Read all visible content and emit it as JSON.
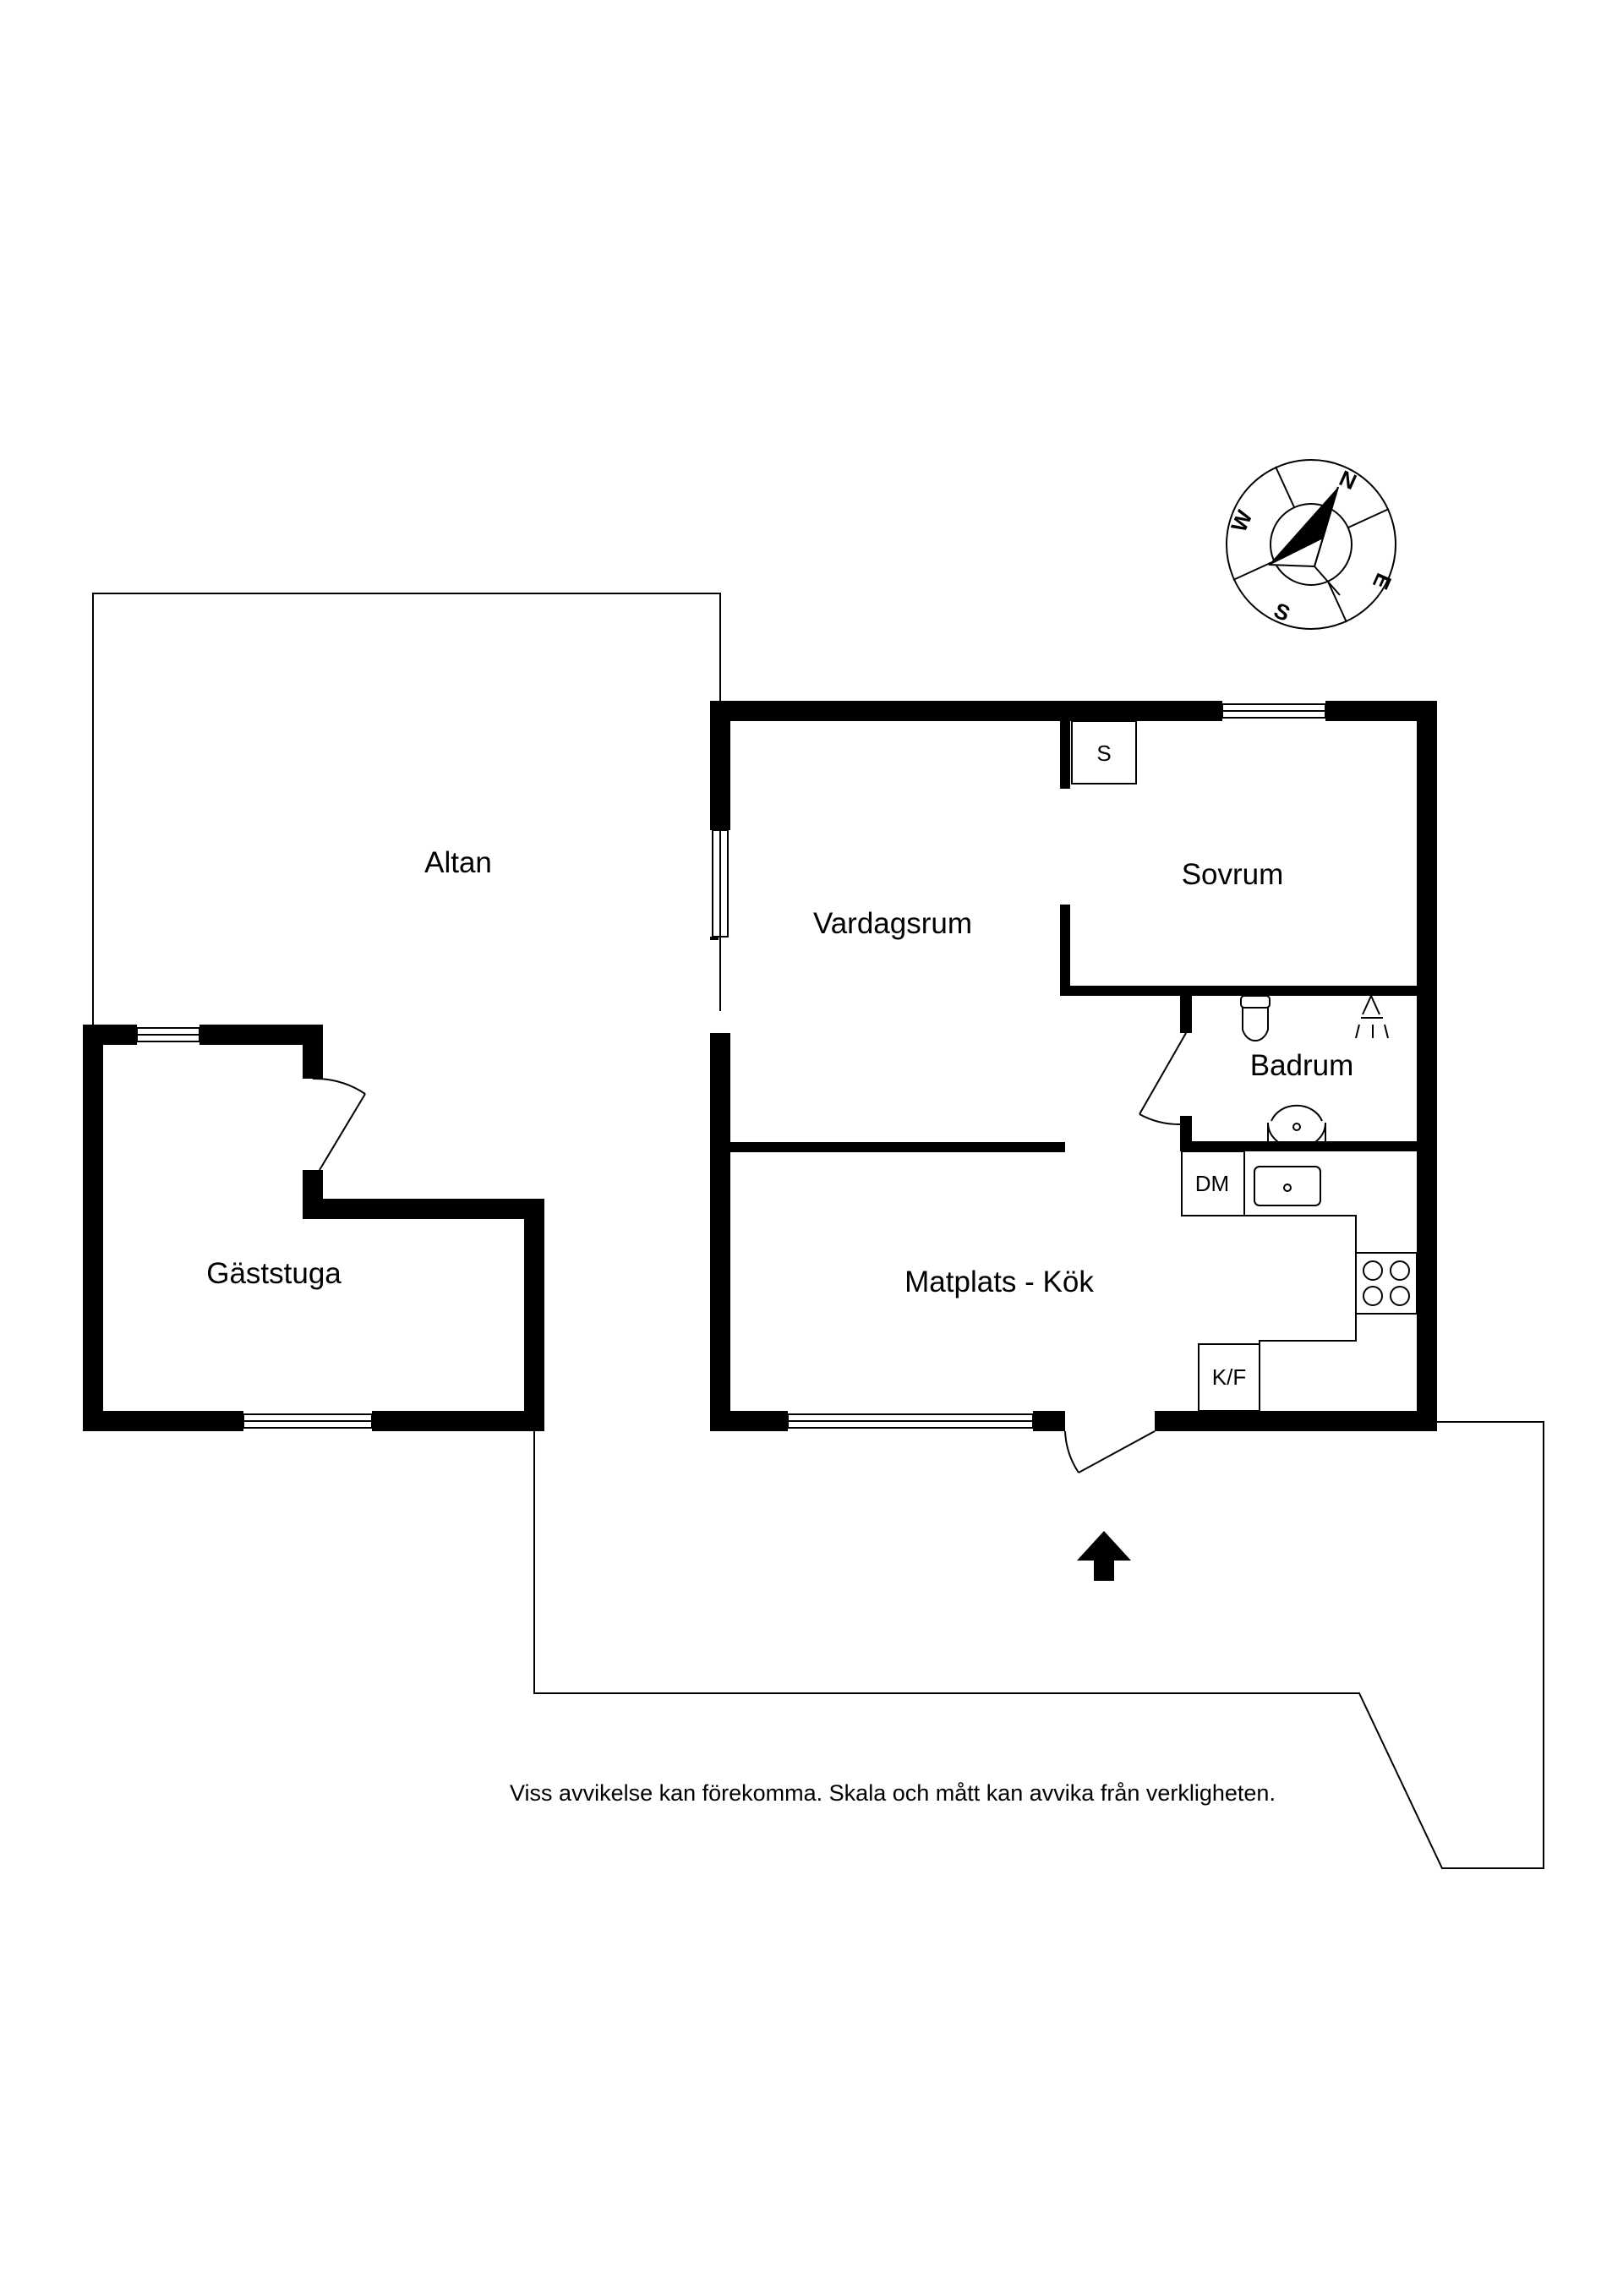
{
  "rooms": {
    "altan": "Altan",
    "vardagsrum": "Vardagsrum",
    "sovrum": "Sovrum",
    "badrum": "Badrum",
    "matplats_kok": "Matplats - Kök",
    "gaststuga": "Gäststuga"
  },
  "fixtures": {
    "closet": "S",
    "dishwasher": "DM",
    "fridge_freezer": "K/F"
  },
  "compass": {
    "n": "N",
    "e": "E",
    "s": "S",
    "w": "W"
  },
  "disclaimer": "Viss avvikelse kan förekomma. Skala och mått kan avvika från verkligheten."
}
